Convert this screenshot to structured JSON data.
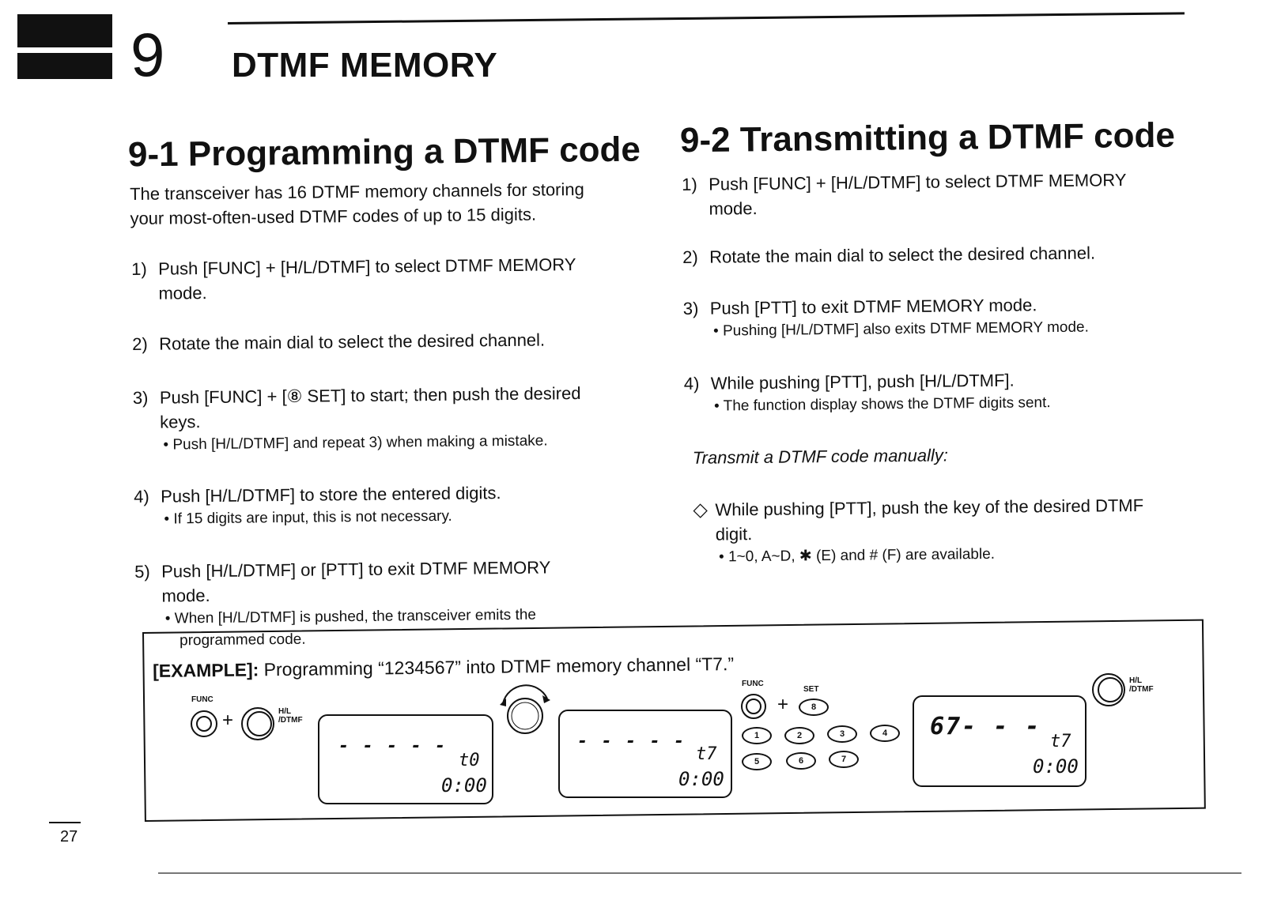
{
  "chapter": {
    "number": "9",
    "title": "DTMF MEMORY"
  },
  "section1": {
    "title": "9-1 Programming a DTMF code",
    "intro": [
      "The transceiver has 16 DTMF memory channels for storing",
      "your most-often-used DTMF codes of up to 15 digits."
    ],
    "steps": [
      {
        "num": "1)",
        "lines": [
          "Push [FUNC] + [H/L/DTMF] to select DTMF MEMORY",
          "mode."
        ],
        "bullet": ""
      },
      {
        "num": "2)",
        "lines": [
          "Rotate the main dial to select the desired channel."
        ],
        "bullet": ""
      },
      {
        "num": "3)",
        "lines": [
          "Push [FUNC] + [⑧ SET] to start; then push the desired",
          "keys."
        ],
        "bullet": "• Push [H/L/DTMF] and repeat 3) when making a mistake."
      },
      {
        "num": "4)",
        "lines": [
          "Push [H/L/DTMF] to store the entered digits."
        ],
        "bullet": "• If 15 digits are input, this is not necessary."
      },
      {
        "num": "5)",
        "lines": [
          "Push [H/L/DTMF] or [PTT] to exit DTMF MEMORY",
          "mode."
        ],
        "bullet": "• When [H/L/DTMF] is pushed, the transceiver emits the",
        "bullet2": "programmed code."
      }
    ]
  },
  "section2": {
    "title": "9-2 Transmitting a DTMF code",
    "steps": [
      {
        "num": "1)",
        "lines": [
          "Push [FUNC] + [H/L/DTMF] to select DTMF MEMORY",
          "mode."
        ],
        "bullet": ""
      },
      {
        "num": "2)",
        "lines": [
          "Rotate the main dial to select the desired channel."
        ],
        "bullet": ""
      },
      {
        "num": "3)",
        "lines": [
          "Push [PTT] to exit DTMF MEMORY mode."
        ],
        "bullet": "• Pushing [H/L/DTMF] also exits DTMF MEMORY mode."
      },
      {
        "num": "4)",
        "lines": [
          "While pushing [PTT], push [H/L/DTMF]."
        ],
        "bullet": "• The function display shows the DTMF digits sent."
      }
    ],
    "manual_heading": "Transmit a DTMF code manually:",
    "manual_step": {
      "marker": "◇",
      "lines": [
        "While pushing [PTT], push the key of the desired DTMF",
        "digit."
      ],
      "bullet": "• 1~0, A~D, ✱ (E) and # (F) are available."
    }
  },
  "example": {
    "label_bold": "[EXAMPLE]:",
    "label_text": " Programming “1234567” into DTMF memory channel “T7.”",
    "func_label": "FUNC",
    "hl_label_1": "H/L",
    "hl_label_2": "/DTMF",
    "set_label": "SET",
    "set_key": "8",
    "plus": "+",
    "keys": [
      "1",
      "2",
      "3",
      "4",
      "5",
      "6",
      "7"
    ],
    "lcd1": {
      "digits": "- - - - -",
      "channel": "t0",
      "time": "0:00"
    },
    "lcd2": {
      "digits": "- - - - -",
      "channel": "t7",
      "time": "0:00"
    },
    "lcd3": {
      "digits": "67- - -",
      "channel": "t7",
      "time": "0:00"
    }
  },
  "page_number": "27"
}
